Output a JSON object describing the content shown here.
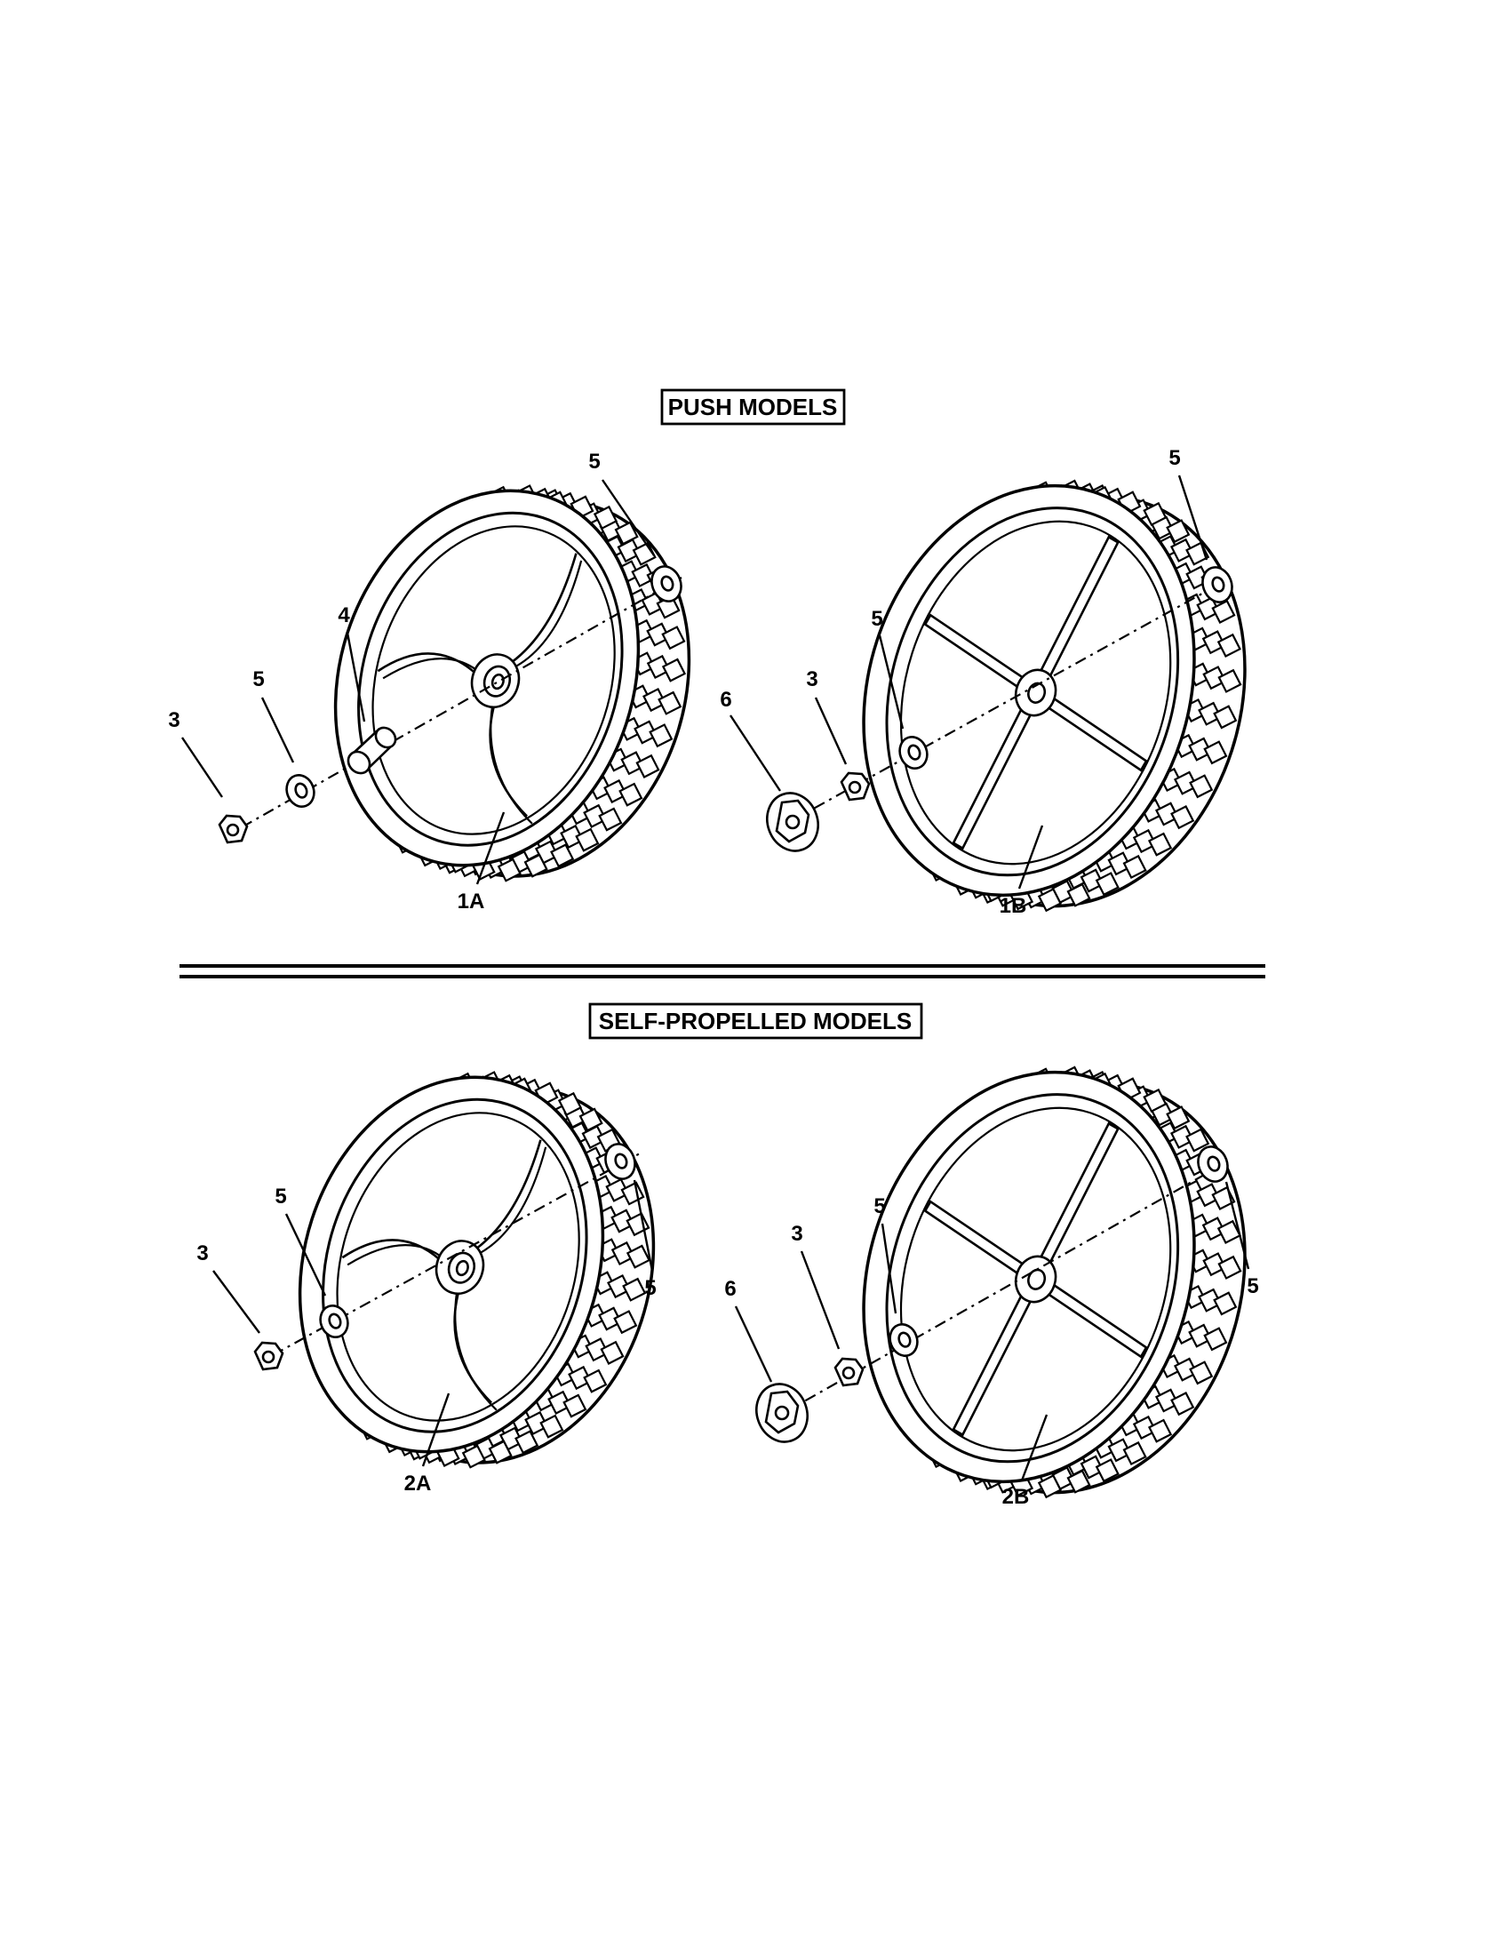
{
  "sections": {
    "push": {
      "title": "PUSH MODELS"
    },
    "self_propelled": {
      "title": "SELF-PROPELLED MODELS"
    }
  },
  "wheels": {
    "w1a": {
      "id": "1A",
      "style": "curved-spoke",
      "callouts": [
        "3",
        "5",
        "4",
        "5"
      ]
    },
    "w1b": {
      "id": "1B",
      "style": "straight-spoke",
      "callouts": [
        "6",
        "3",
        "5",
        "5"
      ]
    },
    "w2a": {
      "id": "2A",
      "style": "curved-spoke",
      "callouts": [
        "3",
        "5",
        "5"
      ]
    },
    "w2b": {
      "id": "2B",
      "style": "straight-spoke",
      "callouts": [
        "6",
        "3",
        "5",
        "5"
      ]
    }
  },
  "part_icons": {
    "3": "hex-nut-icon",
    "4": "spacer-bushing-icon",
    "5": "washer-icon",
    "6": "hubcap-icon"
  }
}
